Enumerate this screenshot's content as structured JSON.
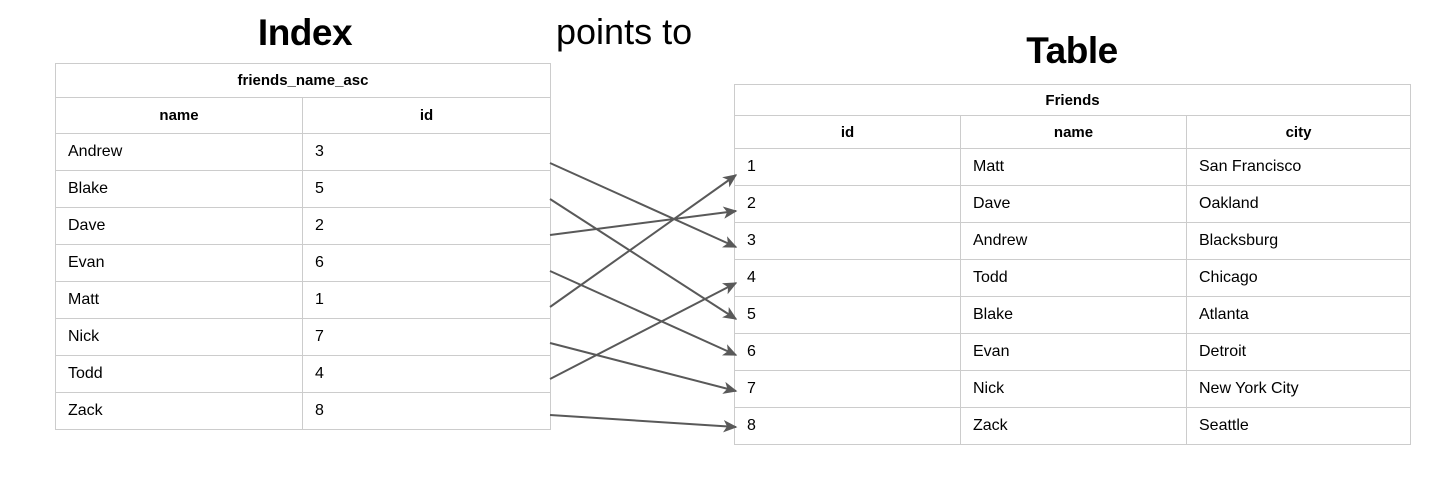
{
  "diagram": {
    "left_title": "Index",
    "middle_label": "points to",
    "right_title": "Table",
    "arrow_color": "#595959",
    "border_color": "#cccccc",
    "text_color": "#000000"
  },
  "index": {
    "caption": "friends_name_asc",
    "columns": [
      "name",
      "id"
    ],
    "rows": [
      {
        "name": "Andrew",
        "id": "3"
      },
      {
        "name": "Blake",
        "id": "5"
      },
      {
        "name": "Dave",
        "id": "2"
      },
      {
        "name": "Evan",
        "id": "6"
      },
      {
        "name": "Matt",
        "id": "1"
      },
      {
        "name": "Nick",
        "id": "7"
      },
      {
        "name": "Todd",
        "id": "4"
      },
      {
        "name": "Zack",
        "id": "8"
      }
    ]
  },
  "table": {
    "caption": "Friends",
    "columns": [
      "id",
      "name",
      "city"
    ],
    "rows": [
      {
        "id": "1",
        "name": "Matt",
        "city": "San Francisco"
      },
      {
        "id": "2",
        "name": "Dave",
        "city": "Oakland"
      },
      {
        "id": "3",
        "name": "Andrew",
        "city": "Blacksburg"
      },
      {
        "id": "4",
        "name": "Todd",
        "city": "Chicago"
      },
      {
        "id": "5",
        "name": "Blake",
        "city": "Atlanta"
      },
      {
        "id": "6",
        "name": "Evan",
        "city": "Detroit"
      },
      {
        "id": "7",
        "name": "Nick",
        "city": "New York City"
      },
      {
        "id": "8",
        "name": "Zack",
        "city": "Seattle"
      }
    ]
  },
  "links": [
    {
      "from_index_row": 0,
      "from_name": "Andrew",
      "to_table_id": "3"
    },
    {
      "from_index_row": 1,
      "from_name": "Blake",
      "to_table_id": "5"
    },
    {
      "from_index_row": 2,
      "from_name": "Dave",
      "to_table_id": "2"
    },
    {
      "from_index_row": 3,
      "from_name": "Evan",
      "to_table_id": "6"
    },
    {
      "from_index_row": 4,
      "from_name": "Matt",
      "to_table_id": "1"
    },
    {
      "from_index_row": 5,
      "from_name": "Nick",
      "to_table_id": "7"
    },
    {
      "from_index_row": 6,
      "from_name": "Todd",
      "to_table_id": "4"
    },
    {
      "from_index_row": 7,
      "from_name": "Zack",
      "to_table_id": "8"
    }
  ]
}
